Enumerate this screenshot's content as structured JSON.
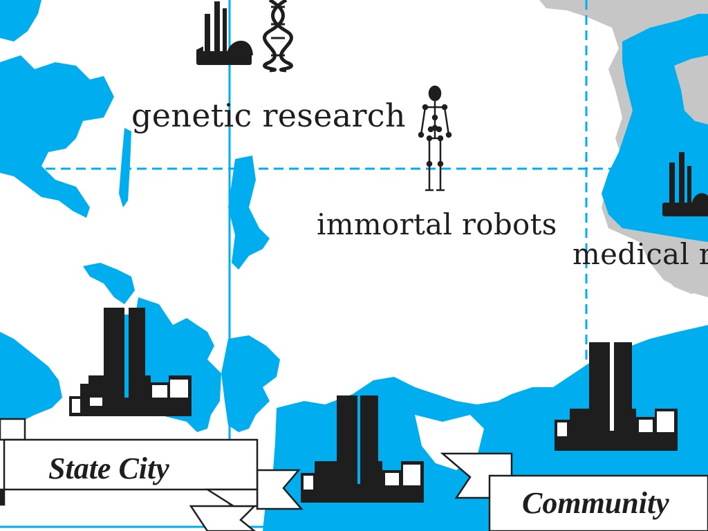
{
  "map": {
    "labels": {
      "genetic_research": "genetic research",
      "immortal_robots": "immortal robots",
      "medical": "medical r"
    },
    "cities": {
      "state_city": "State City",
      "community": "Community"
    },
    "icons": [
      "factory-icon",
      "dna-helix-icon",
      "robot-figure-icon",
      "skyline-icon"
    ],
    "colors": {
      "water": "#00aeef",
      "land_gray": "#c6c6c6",
      "ink": "#1e1e1e",
      "background": "#ffffff"
    }
  }
}
